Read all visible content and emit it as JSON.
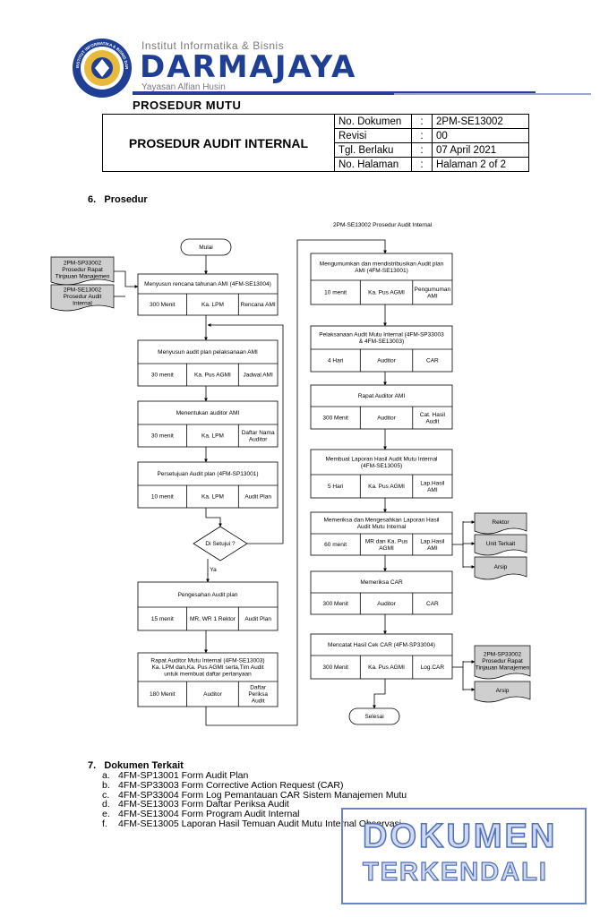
{
  "header": {
    "institute": "Institut Informatika & Bisnis",
    "brand": "DARMAJAYA",
    "foundation": "Yayasan Alfian Husin",
    "logo_text": "INSTITUT INFORMATIKA & BISNIS DARMAJAYA",
    "doc_type": "PROSEDUR MUTU",
    "title": "PROSEDUR AUDIT INTERNAL",
    "rows": [
      {
        "key": "No. Dokumen",
        "colon": ":",
        "value": "2PM-SE13002"
      },
      {
        "key": "Revisi",
        "colon": ":",
        "value": "00"
      },
      {
        "key": "Tgl. Berlaku",
        "colon": ":",
        "value": "07 April 2021"
      },
      {
        "key": "No. Halaman",
        "colon": ":",
        "value": "Halaman 2 of  2"
      }
    ],
    "colors": {
      "brand": "#1f3f95",
      "gray_text": "#7a7a7a"
    }
  },
  "section6": {
    "number": "6.",
    "title": "Prosedur"
  },
  "flow": {
    "ref": "2PM-SE13002 Prosedur Audit Internal",
    "start": "Mulai",
    "end": "Selesai",
    "inputs": [
      "2PM-SP33002 Prosedur Rapat Tinjauan Manajemen",
      "2PM-SE13002 Prosedur Audit Internal"
    ],
    "decision": "Di Setujui ?",
    "yes_label": "Ya",
    "left": [
      {
        "title": "Menyusun rencana tahunan AMI (4FM-SE13004)",
        "time": "300 Menit",
        "who": "Ka. LPM",
        "out": "Rencana AMI"
      },
      {
        "title": "Menyusun audit plan pelaksanaan AMI",
        "time": "30 menit",
        "who": "Ka. Pus AGMI",
        "out": "Jadwal AMI"
      },
      {
        "title": "Menentukan auditor AMI",
        "time": "30 menit",
        "who": "Ka. LPM",
        "out": "Daftar Nama Auditor"
      },
      {
        "title": "Persetujuan Audit plan (4FM-SP13001)",
        "time": "10 menit",
        "who": "Ka. LPM",
        "out": "Audit Plan"
      },
      {
        "title": "Pengesahan Audit plan",
        "time": "15 menit",
        "who": "MR, WR 1 Rektor",
        "out": "Audit Plan"
      },
      {
        "title": "Rapat Auditor Mutu Internal (4FM-SE13003) Ka. LPM dan,Ka. Pus AGMI serta,Tim Audit untuk membuat daftar pertanyaan",
        "time": "180 Menit",
        "who": "Auditor",
        "out": "Daftar Periksa Audit"
      }
    ],
    "right": [
      {
        "title": "Mengumumkan dan mendistribusikan Audit plan AMI (4FM-SE13001)",
        "time": "10 menit",
        "who": "Ka. Pus AGMI",
        "out": "Pengumuman AMI"
      },
      {
        "title": "Pelaksanaan Audit Mutu Internal (4FM-SP33003 & 4FM-SE13003)",
        "time": "4 Hari",
        "who": "Auditor",
        "out": "CAR"
      },
      {
        "title": "Rapat Auditor AMI",
        "time": "300 Menit",
        "who": "Auditor",
        "out": "Cat. Hasil Audit"
      },
      {
        "title": "Membuat Laporan Hasil Audit Mutu Internal (4FM-SE13005)",
        "time": "5 Hari",
        "who": "Ka. Pus AGMI",
        "out": "Lap.Hasil AMI"
      },
      {
        "title": "Memeriksa dan Mengesahkan Laporan Hasil Audit Mutu Internal",
        "time": "60 menit",
        "who": "MR dan Ka. Pus AGMI",
        "out": "Lap.Hasil AMI"
      },
      {
        "title": "Memeriksa CAR",
        "time": "300 Menit",
        "who": "Auditor",
        "out": "CAR"
      },
      {
        "title": "Mencatat Hasil Cek CAR (4FM-SP33004)",
        "time": "300 Menit",
        "who": "Ka. Pus AGMI",
        "out": "Log.CAR"
      }
    ],
    "outputs_a": [
      "Rektor",
      "Unit Terkait",
      "Arsip"
    ],
    "outputs_b": [
      "2PM-SP33002 Prosedur Rapat Tinjauan Manajemen",
      "Arsip"
    ]
  },
  "section7": {
    "number": "7.",
    "title": "Dokumen Terkait",
    "items": [
      {
        "letter": "a.",
        "text": "4FM-SP13001 Form Audit Plan"
      },
      {
        "letter": "b.",
        "text": "4FM-SP33003 Form Corrective Action Request (CAR)"
      },
      {
        "letter": "c.",
        "text": "4FM-SP33004 Form Log Pemantauan CAR Sistem Manajemen Mutu"
      },
      {
        "letter": "d.",
        "text": "4FM-SE13003 Form Daftar Periksa Audit"
      },
      {
        "letter": "e.",
        "text": "4FM-SE13004 Form Program Audit Internal"
      },
      {
        "letter": "f.",
        "text": "4FM-SE13005 Laporan Hasil Temuan Audit Mutu Internal Observasi"
      }
    ]
  },
  "stamp": {
    "line1": "DOKUMEN",
    "line2": "TERKENDALI",
    "color": "#4f6fb8"
  }
}
